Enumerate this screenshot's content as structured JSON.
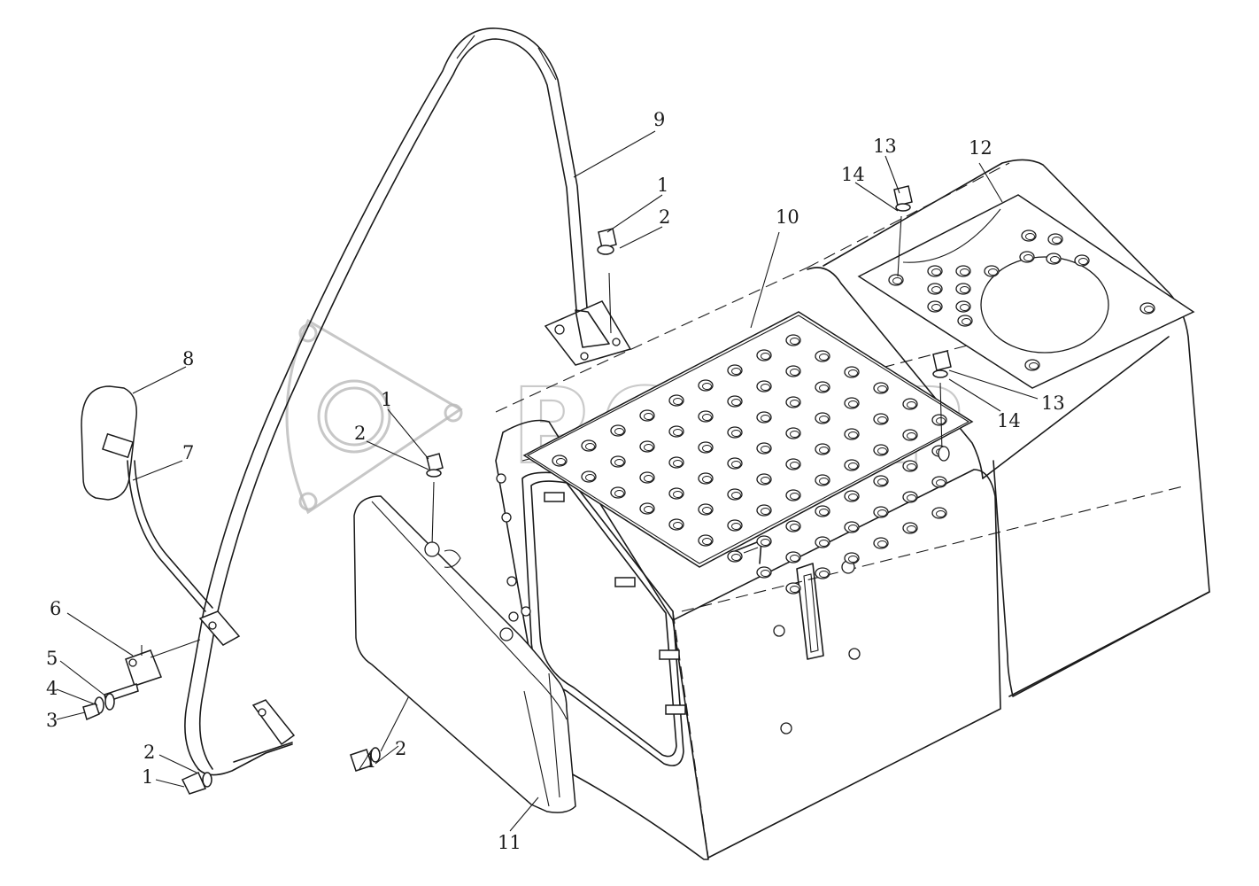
{
  "watermark": {
    "text": "РОТОР"
  },
  "parts": [
    {
      "id": "label-9",
      "number": "9"
    },
    {
      "id": "label-1a",
      "number": "1"
    },
    {
      "id": "label-2a",
      "number": "2"
    },
    {
      "id": "label-13a",
      "number": "13"
    },
    {
      "id": "label-14a",
      "number": "14"
    },
    {
      "id": "label-12",
      "number": "12"
    },
    {
      "id": "label-10",
      "number": "10"
    },
    {
      "id": "label-8",
      "number": "8"
    },
    {
      "id": "label-7",
      "number": "7"
    },
    {
      "id": "label-1b",
      "number": "1"
    },
    {
      "id": "label-2b",
      "number": "2"
    },
    {
      "id": "label-13b",
      "number": "13"
    },
    {
      "id": "label-14b",
      "number": "14"
    },
    {
      "id": "label-6",
      "number": "6"
    },
    {
      "id": "label-5",
      "number": "5"
    },
    {
      "id": "label-4",
      "number": "4"
    },
    {
      "id": "label-3",
      "number": "3"
    },
    {
      "id": "label-2c",
      "number": "2"
    },
    {
      "id": "label-1c",
      "number": "1"
    },
    {
      "id": "label-1d",
      "number": "1"
    },
    {
      "id": "label-2d",
      "number": "2"
    },
    {
      "id": "label-11",
      "number": "11"
    }
  ]
}
